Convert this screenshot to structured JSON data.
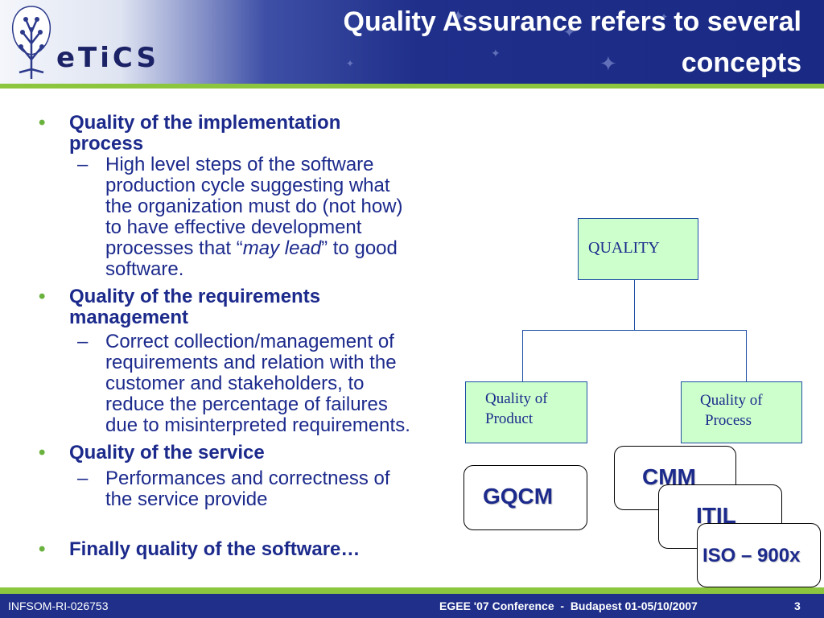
{
  "header": {
    "logo_text": "eTiCS",
    "title_line1": "Quality Assurance refers to several",
    "title_line2": "concepts"
  },
  "content": {
    "bullets": [
      {
        "title": "Quality of the implementation process",
        "sub": "High level steps of the software production cycle suggesting what the organization must do (not how) to have effective development processes that “may lead” to good software."
      },
      {
        "title": "Quality of the requirements management",
        "sub": "Correct collection/management of requirements and relation with the customer and stakeholders, to reduce the percentage of failures due to misinterpreted requirements."
      },
      {
        "title": "Quality of the service",
        "sub": "Performances and correctness of the service provide"
      },
      {
        "title": "Finally quality of the software…"
      }
    ],
    "sub1_part1": "High level steps of the software",
    "sub1_part2": "production cycle suggesting what",
    "sub1_part3": "the organization must do (not how)",
    "sub1_part4": "to have effective development",
    "sub1_part5a": "processes that “",
    "sub1_part5_italic": "may lead",
    "sub1_part5b": "” to good",
    "sub1_part6": "software.",
    "bullet1_line1": "Quality of the implementation",
    "bullet1_line2": "process",
    "bullet2_line1": "Quality of the requirements",
    "bullet2_line2": "management",
    "sub2_line1": "Correct collection/management of",
    "sub2_line2": "requirements and relation with the",
    "sub2_line3": "customer and stakeholders, to",
    "sub2_line4": "reduce the percentage of failures",
    "sub2_line5": "due to misinterpreted requirements.",
    "sub3_line1": "Performances and correctness of",
    "sub3_line2": "the service provide"
  },
  "diagram": {
    "root": "QUALITY",
    "left_line1": "Quality of",
    "left_line2": "Product",
    "right_line1": "Quality of",
    "right_line2": "Process",
    "models": [
      "GQCM",
      "CMM",
      "ITIL",
      "ISO – 900x"
    ]
  },
  "footer": {
    "left": "INFSOM-RI-026753",
    "center": "EGEE '07 Conference  -  Budapest 01-05/10/2007",
    "page": "3"
  },
  "colors": {
    "header_blue": "#1f2f8a",
    "accent_green": "#8cc63f",
    "text_blue": "#1c2a8c",
    "box_green": "#ccffcc"
  }
}
